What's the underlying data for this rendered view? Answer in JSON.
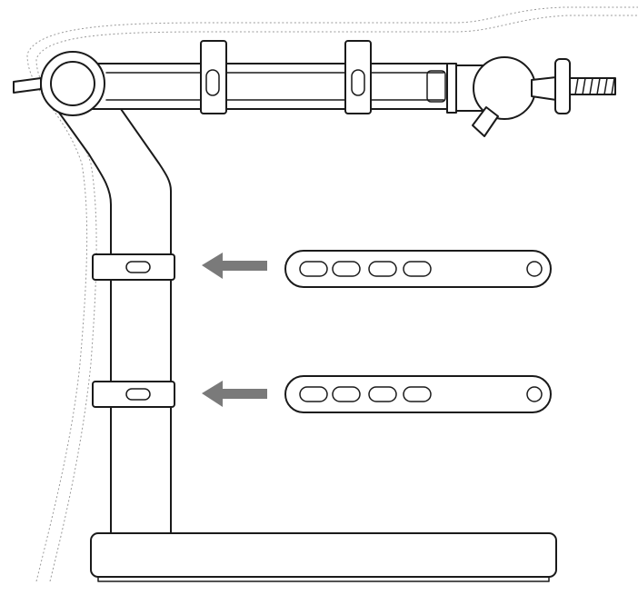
{
  "diagram": {
    "colors": {
      "line": "#1a1a1a",
      "arrow": "#7a7a7a",
      "guide": "#9a9a9a",
      "background": "#ffffff"
    },
    "parts": [
      {
        "name": "microphone-boom-arm",
        "visual": "line-art"
      },
      {
        "name": "base-plate",
        "visual": "line-art"
      },
      {
        "name": "cable-clip",
        "count": 4
      },
      {
        "name": "slotted-strap",
        "count": 2,
        "slots": 4,
        "holes": 1
      }
    ],
    "steps": [
      {
        "icon": "arrow-left-icon",
        "direction": "left",
        "target": "upper-pole-clip"
      },
      {
        "icon": "arrow-left-icon",
        "direction": "left",
        "target": "lower-pole-clip"
      }
    ]
  }
}
